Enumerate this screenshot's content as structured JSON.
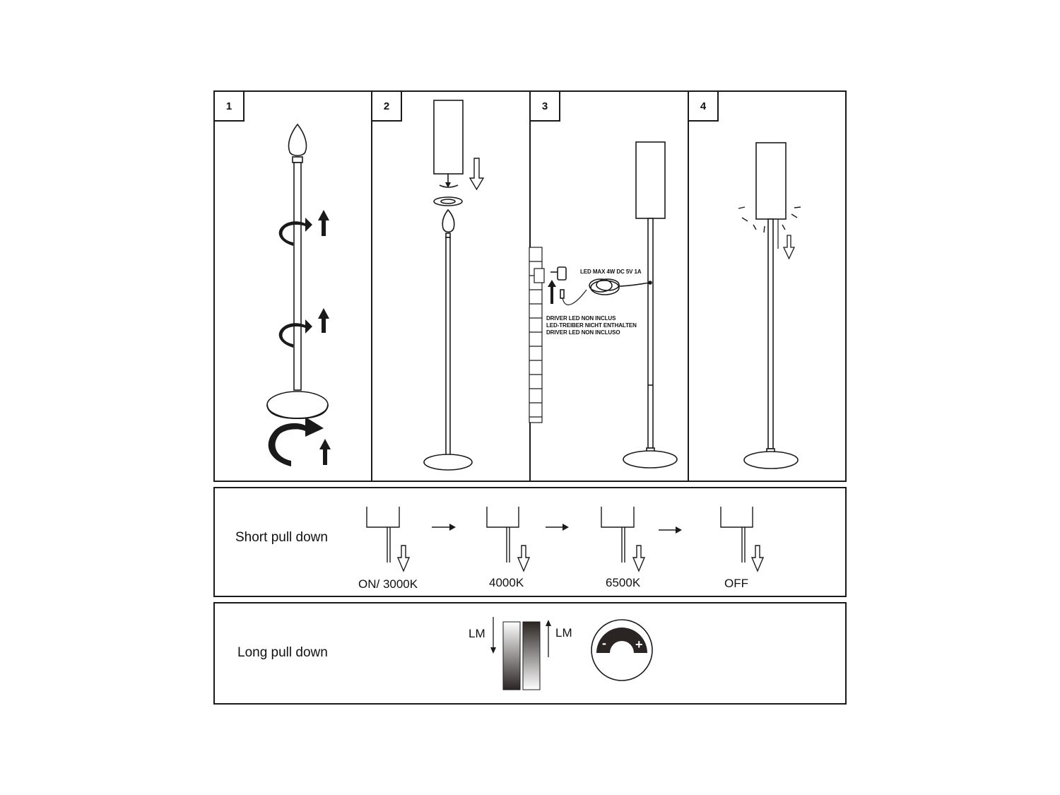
{
  "steps": [
    {
      "number": "1"
    },
    {
      "number": "2"
    },
    {
      "number": "3"
    },
    {
      "number": "4"
    }
  ],
  "wiring": {
    "spec_label": "LED MAX 4W DC 5V 1A",
    "driver_notes": [
      "DRIVER LED NON INCLUS",
      "LED-TREIBER NICHT ENTHALTEN",
      "DRIVER LED NON INCLUSO"
    ]
  },
  "short_pull": {
    "title": "Short pull down",
    "modes": [
      "ON/ 3000K",
      "4000K",
      "6500K",
      "OFF"
    ]
  },
  "long_pull": {
    "title": "Long pull down",
    "lm_down": "LM",
    "lm_up": "LM",
    "dial_minus": "-",
    "dial_plus": "+"
  },
  "colors": {
    "line": "#1a1a1a",
    "dark_fill": "#2a2422"
  }
}
